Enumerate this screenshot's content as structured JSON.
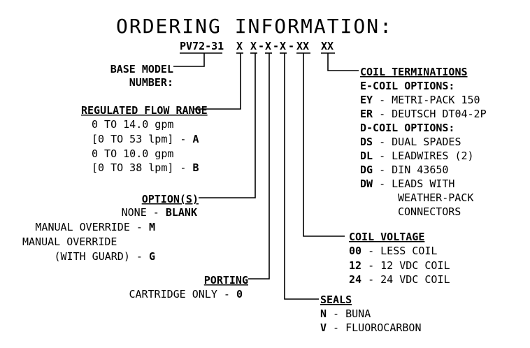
{
  "title": "ORDERING INFORMATION:",
  "code": {
    "base": "PV72-31",
    "p1": "X",
    "p2": "X",
    "d1": "-",
    "p3": "X",
    "d2": "-",
    "p4": "X",
    "d3": "-",
    "p5": "XX",
    "p6": "XX"
  },
  "base_model": {
    "line1": "BASE MODEL",
    "line2": "NUMBER:"
  },
  "flow": {
    "heading": "REGULATED FLOW RANGE",
    "items": [
      {
        "text": "0 TO 14.0 gpm",
        "code": ""
      },
      {
        "text": "[0 TO 53 lpm] - ",
        "code": "A"
      },
      {
        "text": "0 TO 10.0 gpm",
        "code": ""
      },
      {
        "text": "[0 TO 38 lpm] - ",
        "code": "B"
      }
    ]
  },
  "options": {
    "heading": "OPTION(S)",
    "items": [
      {
        "text": "NONE - ",
        "code": "BLANK"
      },
      {
        "text": "MANUAL OVERRIDE - ",
        "code": "M"
      },
      {
        "text": "MANUAL OVERRIDE",
        "code": ""
      },
      {
        "text": "(WITH GUARD) - ",
        "code": "G"
      }
    ]
  },
  "porting": {
    "heading": "PORTING",
    "items": [
      {
        "text": "CARTRIDGE ONLY - ",
        "code": "0"
      }
    ]
  },
  "seals": {
    "heading": "SEALS",
    "items": [
      {
        "code": "N",
        "text": " - BUNA"
      },
      {
        "code": "V",
        "text": " - FLUOROCARBON"
      }
    ]
  },
  "voltage": {
    "heading": "COIL VOLTAGE",
    "items": [
      {
        "code": "00",
        "text": " - LESS COIL"
      },
      {
        "code": "12",
        "text": " - 12 VDC COIL"
      },
      {
        "code": "24",
        "text": " - 24 VDC COIL"
      }
    ]
  },
  "terminations": {
    "heading": "COIL TERMINATIONS",
    "e_heading": "E-COIL OPTIONS:",
    "e_items": [
      {
        "code": "EY",
        "text": " - METRI-PACK 150"
      },
      {
        "code": "ER",
        "text": " - DEUTSCH DT04-2P"
      }
    ],
    "d_heading": "D-COIL OPTIONS:",
    "d_items": [
      {
        "code": "DS",
        "text": " - DUAL SPADES"
      },
      {
        "code": "DL",
        "text": " - LEADWIRES (2)"
      },
      {
        "code": "DG",
        "text": " - DIN 43650"
      },
      {
        "code": "DW",
        "text": " - LEADS WITH"
      }
    ],
    "dw_cont": [
      "WEATHER-PACK",
      "CONNECTORS"
    ]
  }
}
